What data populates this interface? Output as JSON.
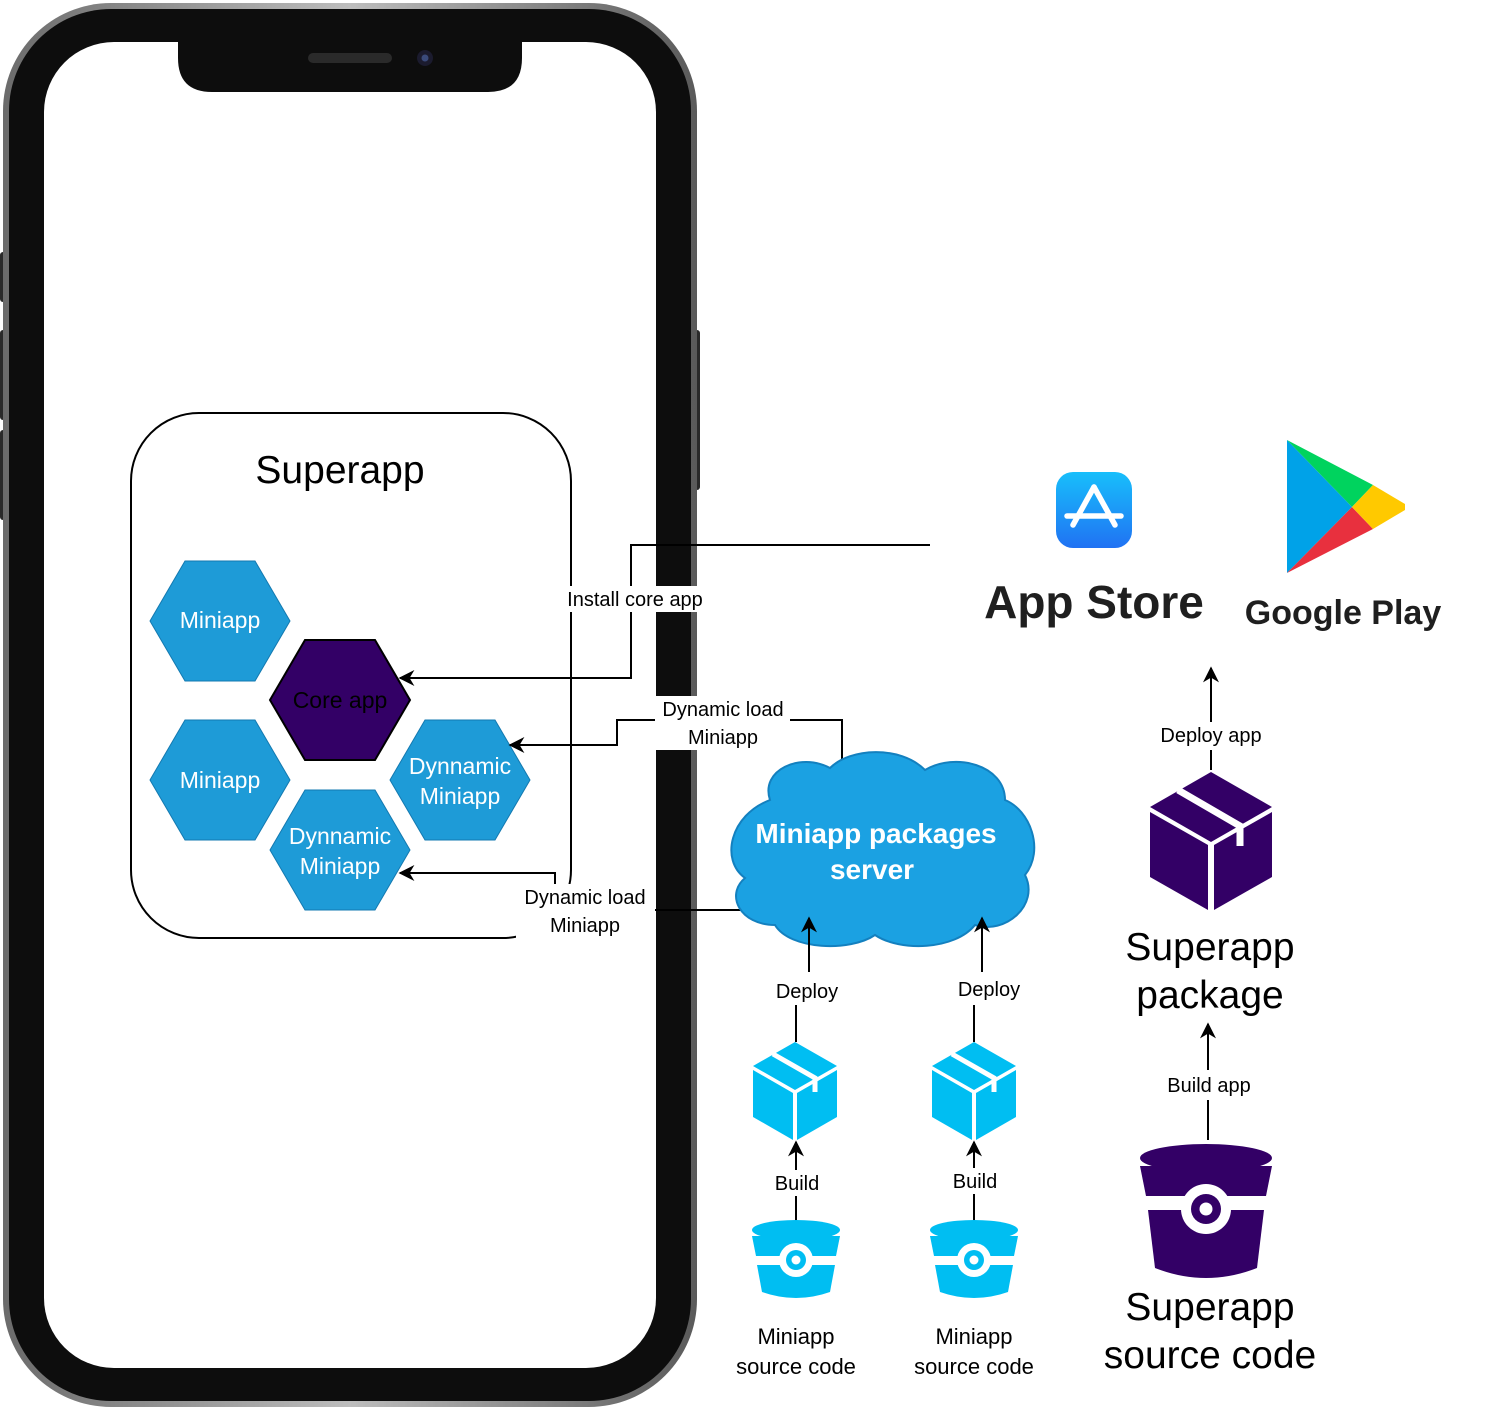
{
  "superapp": {
    "title": "Superapp"
  },
  "miniapps": {
    "miniapp_1": "Miniapp",
    "miniapp_2": "Miniapp",
    "core_app": "Core app",
    "dynamic_1": [
      "Dynnamic",
      "Miniapp"
    ],
    "dynamic_2": [
      "Dynnamic",
      "Miniapp"
    ]
  },
  "edges": {
    "install_core_app": "Install core app",
    "dynamic_load_1": [
      "Dynamic load",
      "Miniapp"
    ],
    "dynamic_load_2": [
      "Dynamic load",
      "Miniapp"
    ],
    "deploy_1": "Deploy",
    "deploy_2": "Deploy",
    "build_1": "Build",
    "build_2": "Build",
    "deploy_app": "Deploy app",
    "build_app": "Build app"
  },
  "server": {
    "label": [
      "Miniapp packages",
      "server"
    ]
  },
  "stores": {
    "app_store": "App Store",
    "google_play": "Google Play"
  },
  "sources": {
    "miniapp_source_1": [
      "Miniapp",
      "source code"
    ],
    "miniapp_source_2": [
      "Miniapp",
      "source code"
    ],
    "superapp_source": [
      "Superapp",
      "source code"
    ]
  },
  "packages": {
    "superapp_package": [
      "Superapp",
      "package"
    ]
  },
  "colors": {
    "miniapp_blue": "#1E9BD7",
    "core_purple": "#330066",
    "package_cyan": "#00BEF2",
    "superapp_purple": "#330066"
  }
}
